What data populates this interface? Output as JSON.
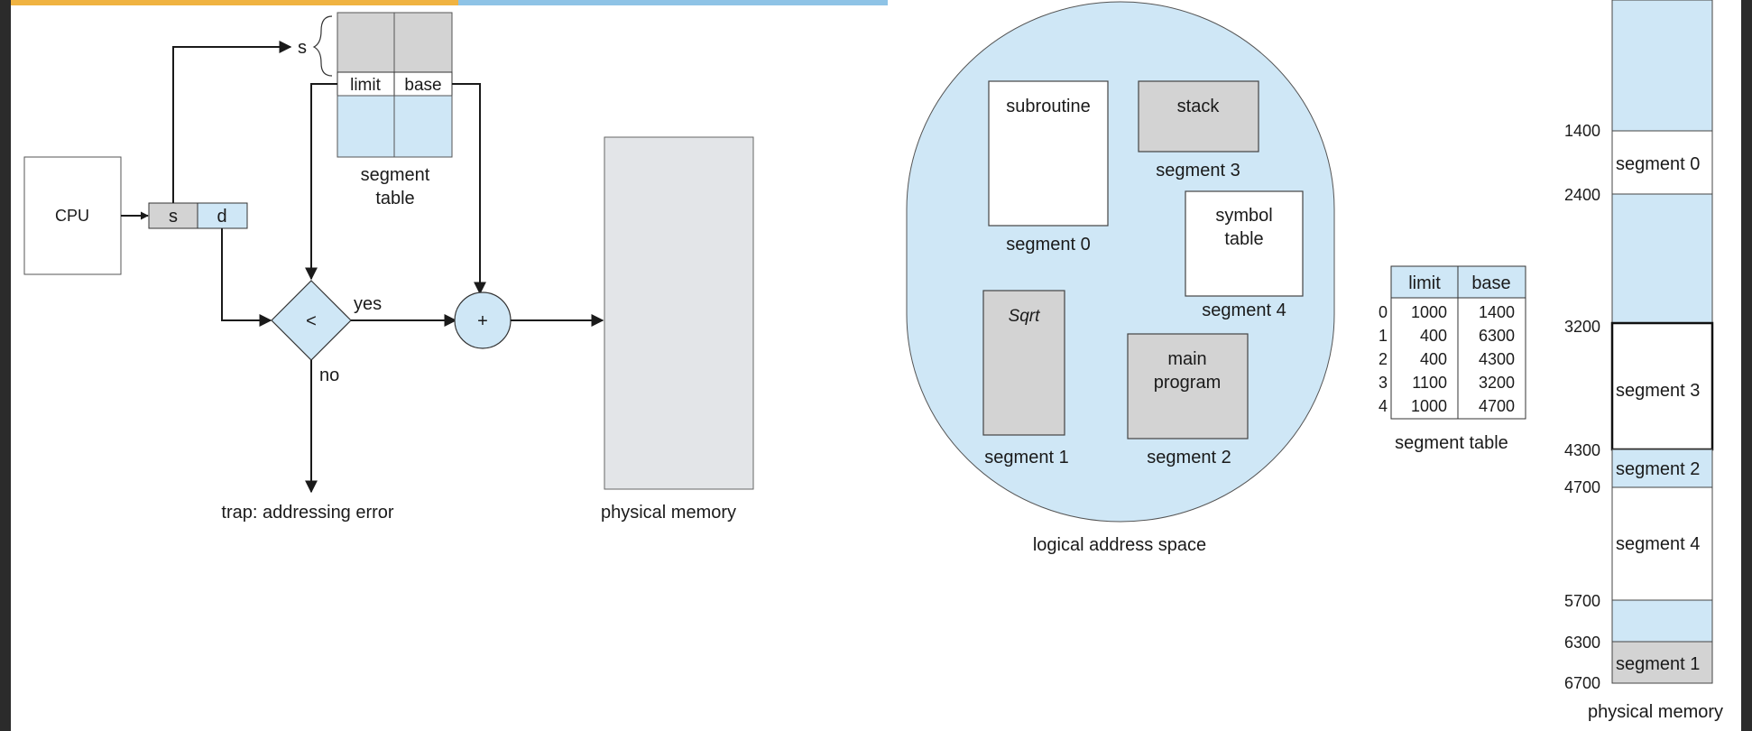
{
  "left_diagram": {
    "cpu_label": "CPU",
    "addr_s": "s",
    "addr_d": "d",
    "s_pointer": "s",
    "limit_header": "limit",
    "base_header": "base",
    "segment_table_line1": "segment",
    "segment_table_line2": "table",
    "compare_op": "<",
    "yes_label": "yes",
    "no_label": "no",
    "add_op": "+",
    "trap_label": "trap: addressing error",
    "physical_memory_label": "physical memory"
  },
  "logical_space": {
    "title": "logical address space",
    "blocks": [
      {
        "name_line1": "subroutine",
        "name_line2": "",
        "caption": "segment 0"
      },
      {
        "name_line1": "stack",
        "name_line2": "",
        "caption": "segment 3"
      },
      {
        "name_line1": "symbol",
        "name_line2": "table",
        "caption": "segment 4"
      },
      {
        "name_line1": "Sqrt",
        "name_line2": "",
        "caption": "segment 1"
      },
      {
        "name_line1": "main",
        "name_line2": "program",
        "caption": "segment 2"
      }
    ]
  },
  "seg_table": {
    "headers": [
      "limit",
      "base"
    ],
    "rows": [
      {
        "index": "0",
        "limit": "1000",
        "base": "1400"
      },
      {
        "index": "1",
        "limit": "400",
        "base": "6300"
      },
      {
        "index": "2",
        "limit": "400",
        "base": "4300"
      },
      {
        "index": "3",
        "limit": "1100",
        "base": "3200"
      },
      {
        "index": "4",
        "limit": "1000",
        "base": "4700"
      }
    ],
    "caption": "segment table"
  },
  "phys_memory": {
    "title": "physical memory",
    "addresses": [
      "1400",
      "2400",
      "3200",
      "4300",
      "4700",
      "5700",
      "6300",
      "6700"
    ],
    "segments": [
      "segment 0",
      "segment 3",
      "segment 2",
      "segment 4",
      "segment 1"
    ]
  },
  "colors": {
    "light_blue": "#cfe7f6",
    "gray": "#d3d3d3",
    "memory_gray": "#e3e5e8",
    "orange_bar": "#f0b341",
    "blue_bar": "#8ec3e6"
  }
}
